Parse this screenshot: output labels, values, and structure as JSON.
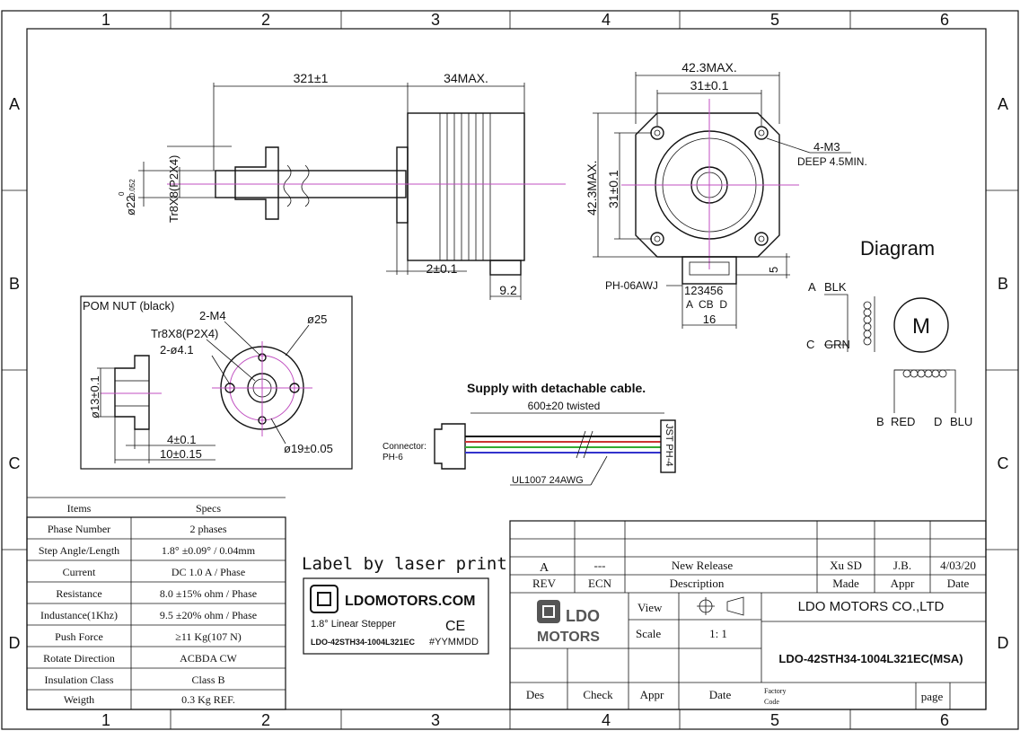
{
  "border": {
    "cols": [
      "1",
      "2",
      "3",
      "4",
      "5",
      "6"
    ],
    "rows": [
      "A",
      "B",
      "C",
      "D"
    ]
  },
  "side_view": {
    "len_dim": "321±1",
    "body_dim": "34MAX.",
    "shaft_dia": "ø22",
    "shaft_tol_top": "0",
    "shaft_tol_bot": "-0.052",
    "thread": "Tr8X8(P2X4)",
    "step_dim": "2±0.1",
    "conn_dim": "9.2"
  },
  "front_view": {
    "width_dim": "42.3MAX.",
    "hole_dim": "31±0.1",
    "height_dim": "42.3MAX.",
    "vhole_dim": "31±0.1",
    "screw_note1": "4-M3",
    "screw_note2": "DEEP 4.5MIN.",
    "conn_label": "PH-06AWJ",
    "pins": "123456",
    "pin_letters": "A  CB  D",
    "conn_width": "16",
    "conn_h": "5"
  },
  "pom_nut": {
    "title": "POM NUT (black)",
    "m4": "2-M4",
    "thread": "Tr8X8(P2X4)",
    "holes": "2-ø4.1",
    "outer": "ø25",
    "pcd": "ø19±0.05",
    "boss": "ø13±0.1",
    "flange": "4±0.1",
    "len": "10±0.15"
  },
  "cable": {
    "title": "Supply with detachable cable.",
    "length": "600±20 twisted",
    "connector": "Connector:",
    "connector_type": "PH-6",
    "wire": "UL1007 24AWG",
    "jst": "JST PH-4"
  },
  "diagram": {
    "title": "Diagram",
    "a": "A",
    "a_col": "BLK",
    "c": "C",
    "c_col": "GRN",
    "b": "B",
    "b_col": "RED",
    "d": "D",
    "d_col": "BLU",
    "motor": "M"
  },
  "specs": {
    "header": [
      "Items",
      "Specs"
    ],
    "rows": [
      [
        "Phase Number",
        "2 phases"
      ],
      [
        "Step Angle/Length",
        "1.8° ±0.09° / 0.04mm"
      ],
      [
        "Current",
        "DC 1.0 A / Phase"
      ],
      [
        "Resistance",
        "8.0 ±15% ohm / Phase"
      ],
      [
        "Industance(1Khz)",
        "9.5 ±20% ohm / Phase"
      ],
      [
        "Push Force",
        "≥11 Kg(107 N)"
      ],
      [
        "Rotate Direction",
        "ACBDA CW"
      ],
      [
        "Insulation Class",
        "Class B"
      ],
      [
        "Weigth",
        "0.3 Kg  REF."
      ]
    ]
  },
  "label": {
    "caption": "Label by laser print",
    "brand": "LDOMOTORS.COM",
    "type": "1.8° Linear Stepper",
    "ce": "CE",
    "model": "LDO-42STH34-1004L321EC",
    "date": "#YYMMDD"
  },
  "title_block": {
    "rev": "A",
    "ecn": "---",
    "desc": "New Release",
    "made": "Xu SD",
    "appr": "J.B.",
    "date": "4/03/20",
    "h_rev": "REV",
    "h_ecn": "ECN",
    "h_desc": "Description",
    "h_made": "Made",
    "h_appr": "Appr",
    "h_date": "Date",
    "logo_top": "LDO",
    "logo_bot": "MOTORS",
    "view_label": "View",
    "scale_label": "Scale",
    "scale": "1: 1",
    "company": "LDO MOTORS CO.,LTD",
    "part": "LDO-42STH34-1004L321EC(MSA)",
    "f_des": "Des",
    "f_check": "Check",
    "f_appr": "Appr",
    "f_date": "Date",
    "f_factory1": "Factory",
    "f_factory2": "Code",
    "f_page": "page"
  }
}
